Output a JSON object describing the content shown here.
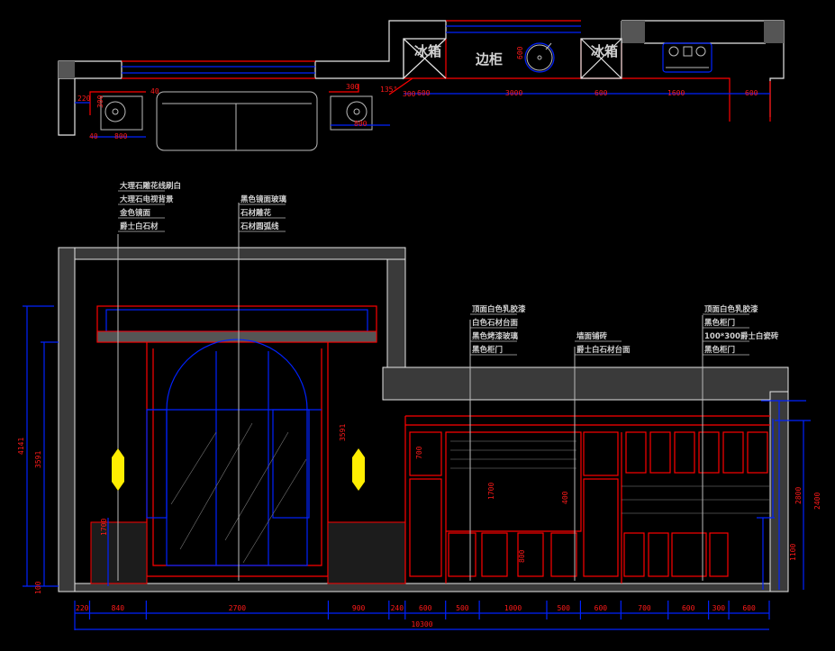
{
  "plan": {
    "labels": {
      "fridge_left": "冰箱",
      "side_cabinet": "边柜",
      "fridge_right": "冰箱"
    },
    "dims": {
      "d220": "220",
      "d40a": "40",
      "d800a": "800",
      "d300a": "300",
      "d40b": "40",
      "d300b": "300",
      "d800b": "800",
      "angle": "135°",
      "d300c": "300",
      "d600a": "600",
      "d3000": "3000",
      "d600b": "600",
      "d600c": "600",
      "d1600": "1600",
      "d600d": "600"
    }
  },
  "elevation": {
    "callouts_left": [
      "大理石雕花线刷白",
      "大理石电视背景",
      "金色镜面",
      "爵士白石材"
    ],
    "callouts_mid": [
      "黑色镜面玻璃",
      "石材雕花",
      "石材圆弧线"
    ],
    "callouts_kitchen_a": [
      "顶面白色乳胶漆",
      "白色石材台面",
      "黑色烤漆玻璃",
      "黑色柜门"
    ],
    "callouts_kitchen_b": [
      "墙面铺砖",
      "爵士白石材台面"
    ],
    "callouts_kitchen_c": [
      "顶面白色乳胶漆",
      "黑色柜门",
      "100*300爵士白瓷砖",
      "黑色柜门"
    ],
    "height_dims": {
      "total": "4141",
      "wall": "3591",
      "base": "100",
      "panel": "1700",
      "door": "3591",
      "right_total": "2800",
      "right_upper": "2400",
      "right_lower": "1100",
      "k1": "700",
      "k2": "1700",
      "k3": "800",
      "k4": "400"
    },
    "width_dims": [
      220,
      840,
      2700,
      900,
      240,
      600,
      500,
      1000,
      500,
      600,
      700,
      600,
      300,
      600
    ],
    "total_width": "10300"
  },
  "colors": {
    "wall": "#e6e6e6",
    "red": "#ff0000",
    "blue": "#0022ff",
    "lamp": "#ffee00"
  }
}
